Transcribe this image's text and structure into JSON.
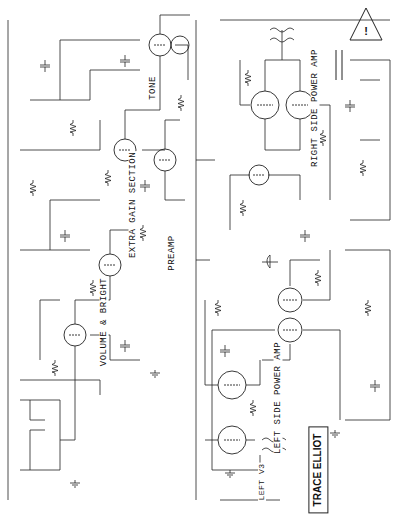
{
  "diagram": {
    "nodes": [
      {
        "text": [
          "TRACE ELLIOT"
        ]
      }
    ],
    "labels": [
      "VOLUME & BRIGHT",
      "EXTRA GAIN SECTION",
      "PREAMP",
      "TONE",
      "LEFT SIDE POWER AMP",
      "RIGHT SIDE POWER AMP",
      "LEFT V3",
      "!"
    ]
  }
}
